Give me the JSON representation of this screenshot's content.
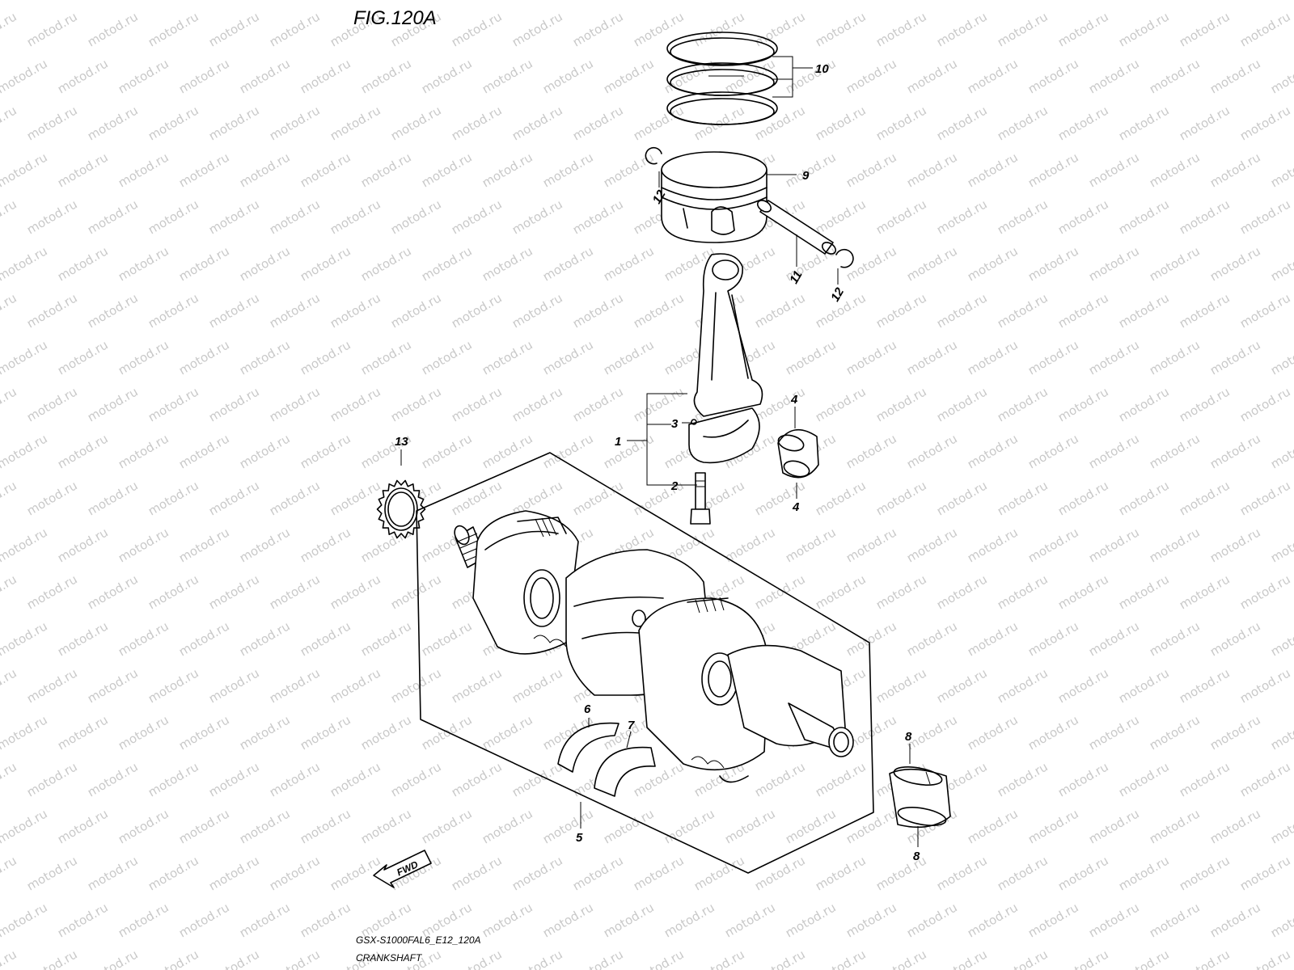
{
  "figure": {
    "title": "FIG.120A",
    "model_code": "GSX-S1000FAL6_E12_120A",
    "caption": "CRANKSHAFT",
    "fwd_label": "FWD",
    "watermark": "motod.ru"
  },
  "callouts": [
    {
      "id": "c10",
      "text": "10"
    },
    {
      "id": "c9",
      "text": "9"
    },
    {
      "id": "c12a",
      "text": "12"
    },
    {
      "id": "c11",
      "text": "11"
    },
    {
      "id": "c12b",
      "text": "12"
    },
    {
      "id": "c1",
      "text": "1"
    },
    {
      "id": "c3",
      "text": "3"
    },
    {
      "id": "c2",
      "text": "2"
    },
    {
      "id": "c4a",
      "text": "4"
    },
    {
      "id": "c4b",
      "text": "4"
    },
    {
      "id": "c13",
      "text": "13"
    },
    {
      "id": "c6",
      "text": "6"
    },
    {
      "id": "c7",
      "text": "7"
    },
    {
      "id": "c5",
      "text": "5"
    },
    {
      "id": "c8a",
      "text": "8"
    },
    {
      "id": "c8b",
      "text": "8"
    }
  ]
}
